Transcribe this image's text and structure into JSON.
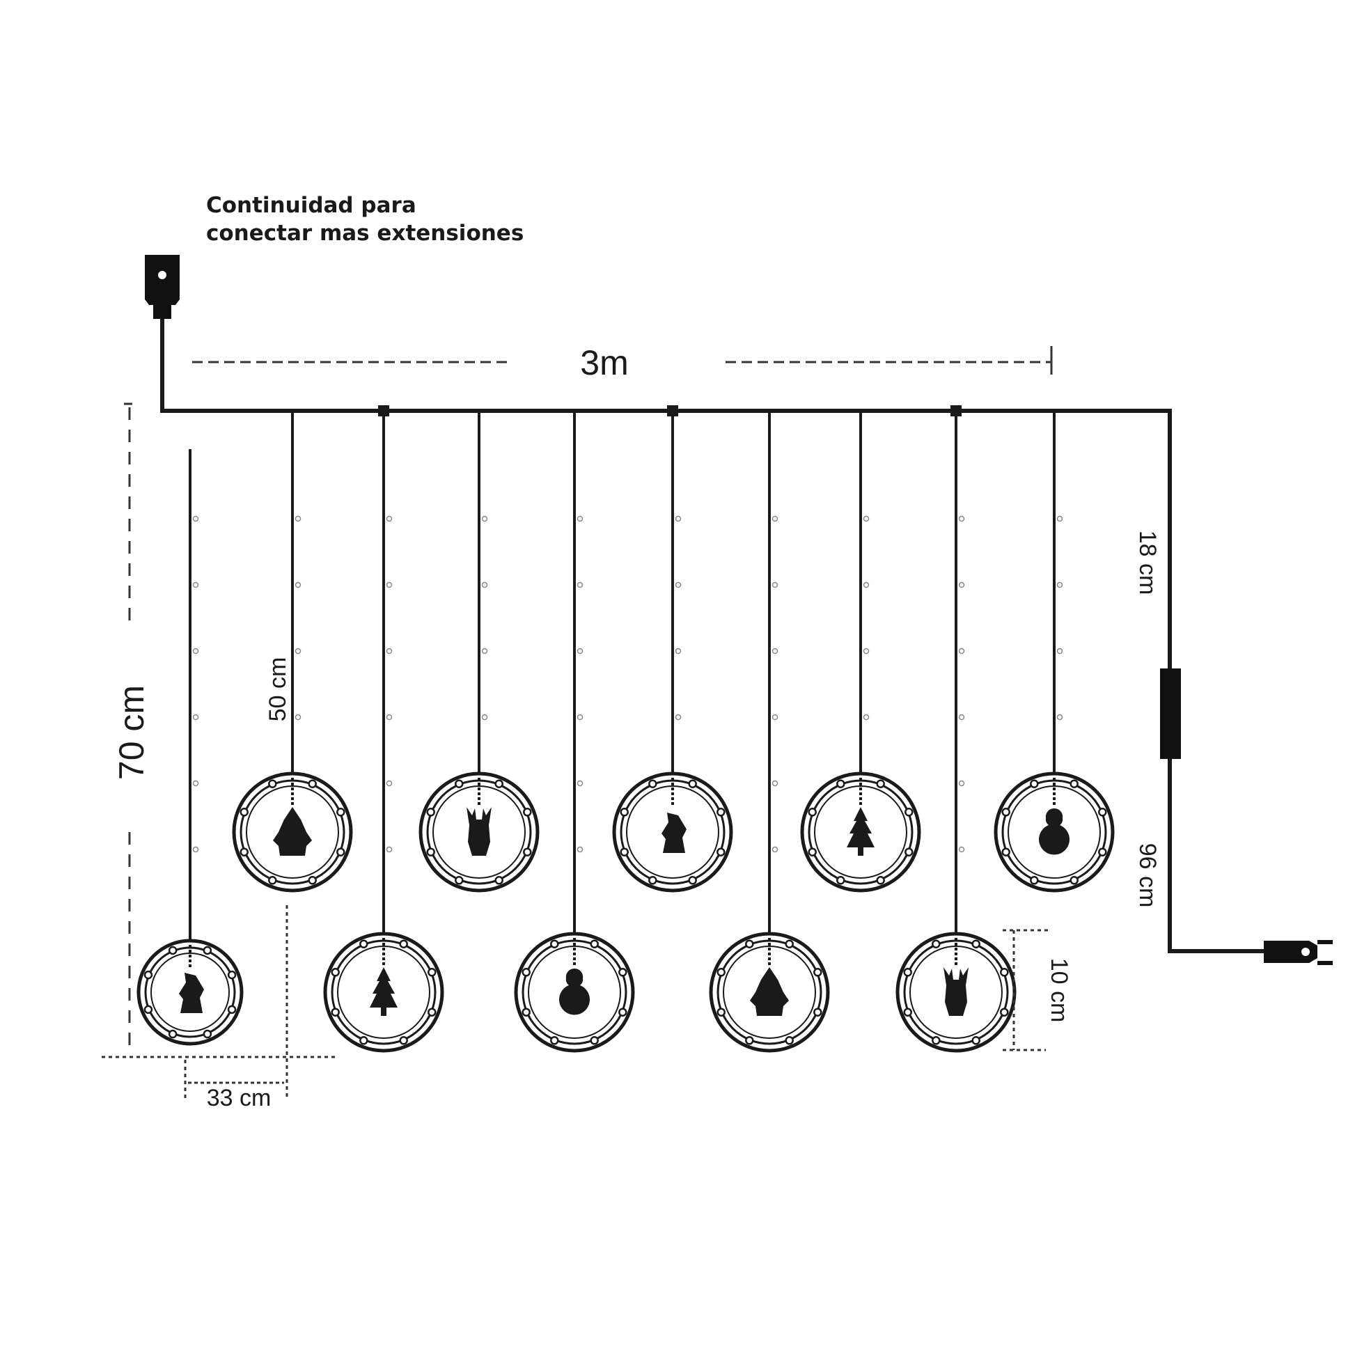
{
  "note": {
    "line1": "Continuidad para",
    "line2": "conectar mas extensiones"
  },
  "dimensions": {
    "width_total": "3m",
    "curtain_height": "70 cm",
    "strand_length": "50 cm",
    "strand_spacing": "33 cm",
    "ring_size": "10 cm",
    "lead_to_controller": "18 cm",
    "lead_to_plug": "96 cm"
  },
  "strands": [
    {
      "figure": "horse"
    },
    {
      "figure": "santa"
    },
    {
      "figure": "tree"
    },
    {
      "figure": "reindeer"
    },
    {
      "figure": "snowman"
    },
    {
      "figure": "horse"
    },
    {
      "figure": "santa"
    },
    {
      "figure": "tree"
    },
    {
      "figure": "reindeer"
    },
    {
      "figure": "snowman"
    }
  ],
  "colors": {
    "line": "#1a1a1a",
    "background": "#ffffff"
  }
}
